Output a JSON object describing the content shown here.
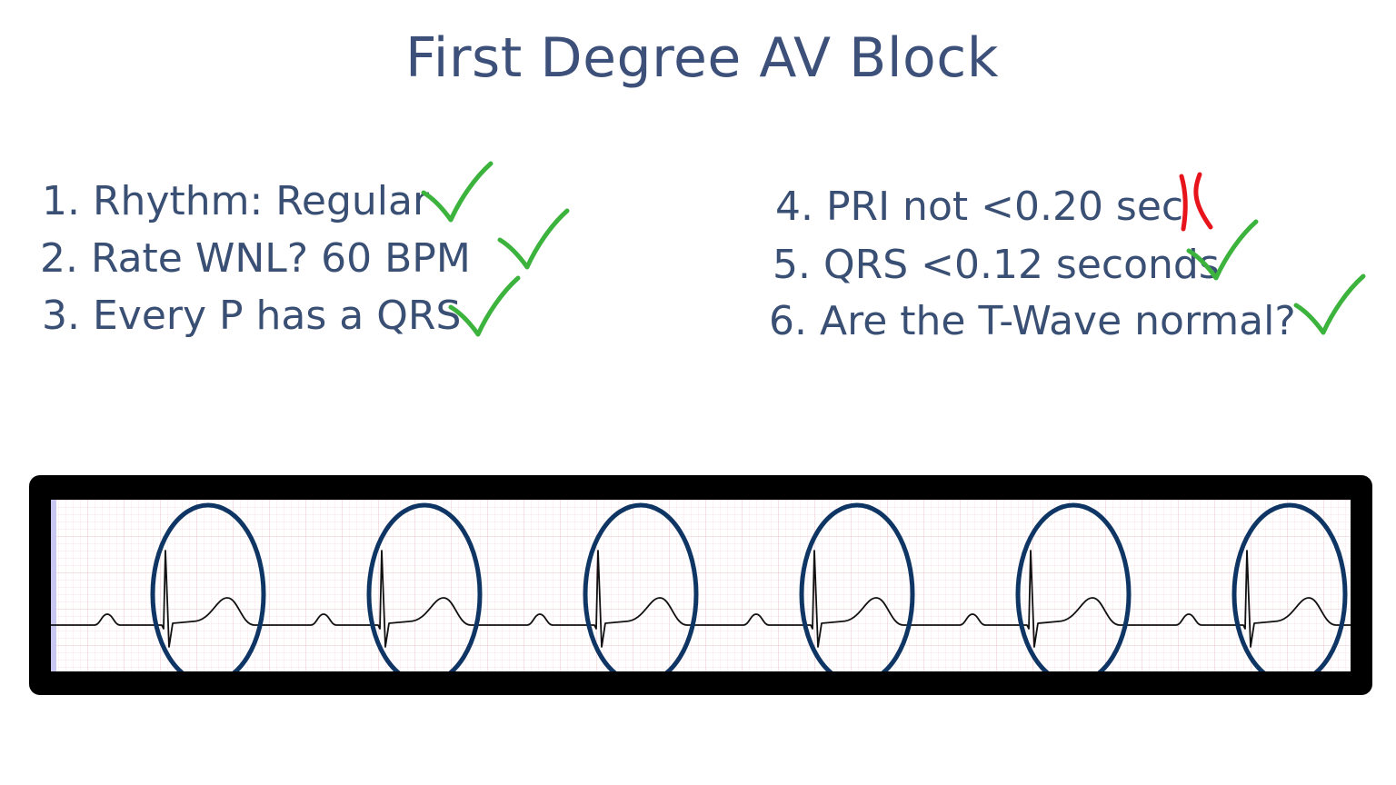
{
  "slide": {
    "title": "First Degree AV Block"
  },
  "criteria": [
    {
      "number": "1.",
      "text": "Rhythm: Regular",
      "result": "check"
    },
    {
      "number": "2.",
      "text": "Rate WNL?  60 BPM",
      "result": "check"
    },
    {
      "number": "3.",
      "text": "Every P has a QRS",
      "result": "check"
    },
    {
      "number": "4.",
      "text": "PRI not <0.20 sec",
      "result": "cross"
    },
    {
      "number": "5.",
      "text": "QRS <0.12 seconds",
      "result": "check"
    },
    {
      "number": "6.",
      "text": "Are the T-Wave normal?",
      "result": "check"
    }
  ],
  "colors": {
    "text": "#3a4f74",
    "check": "#3cb33c",
    "cross": "#e8141b",
    "circle": "#0e3563",
    "grid": "#f2cfd4",
    "frame": "#000000"
  },
  "ecg": {
    "beats": 6,
    "circled_complexes": 6
  }
}
